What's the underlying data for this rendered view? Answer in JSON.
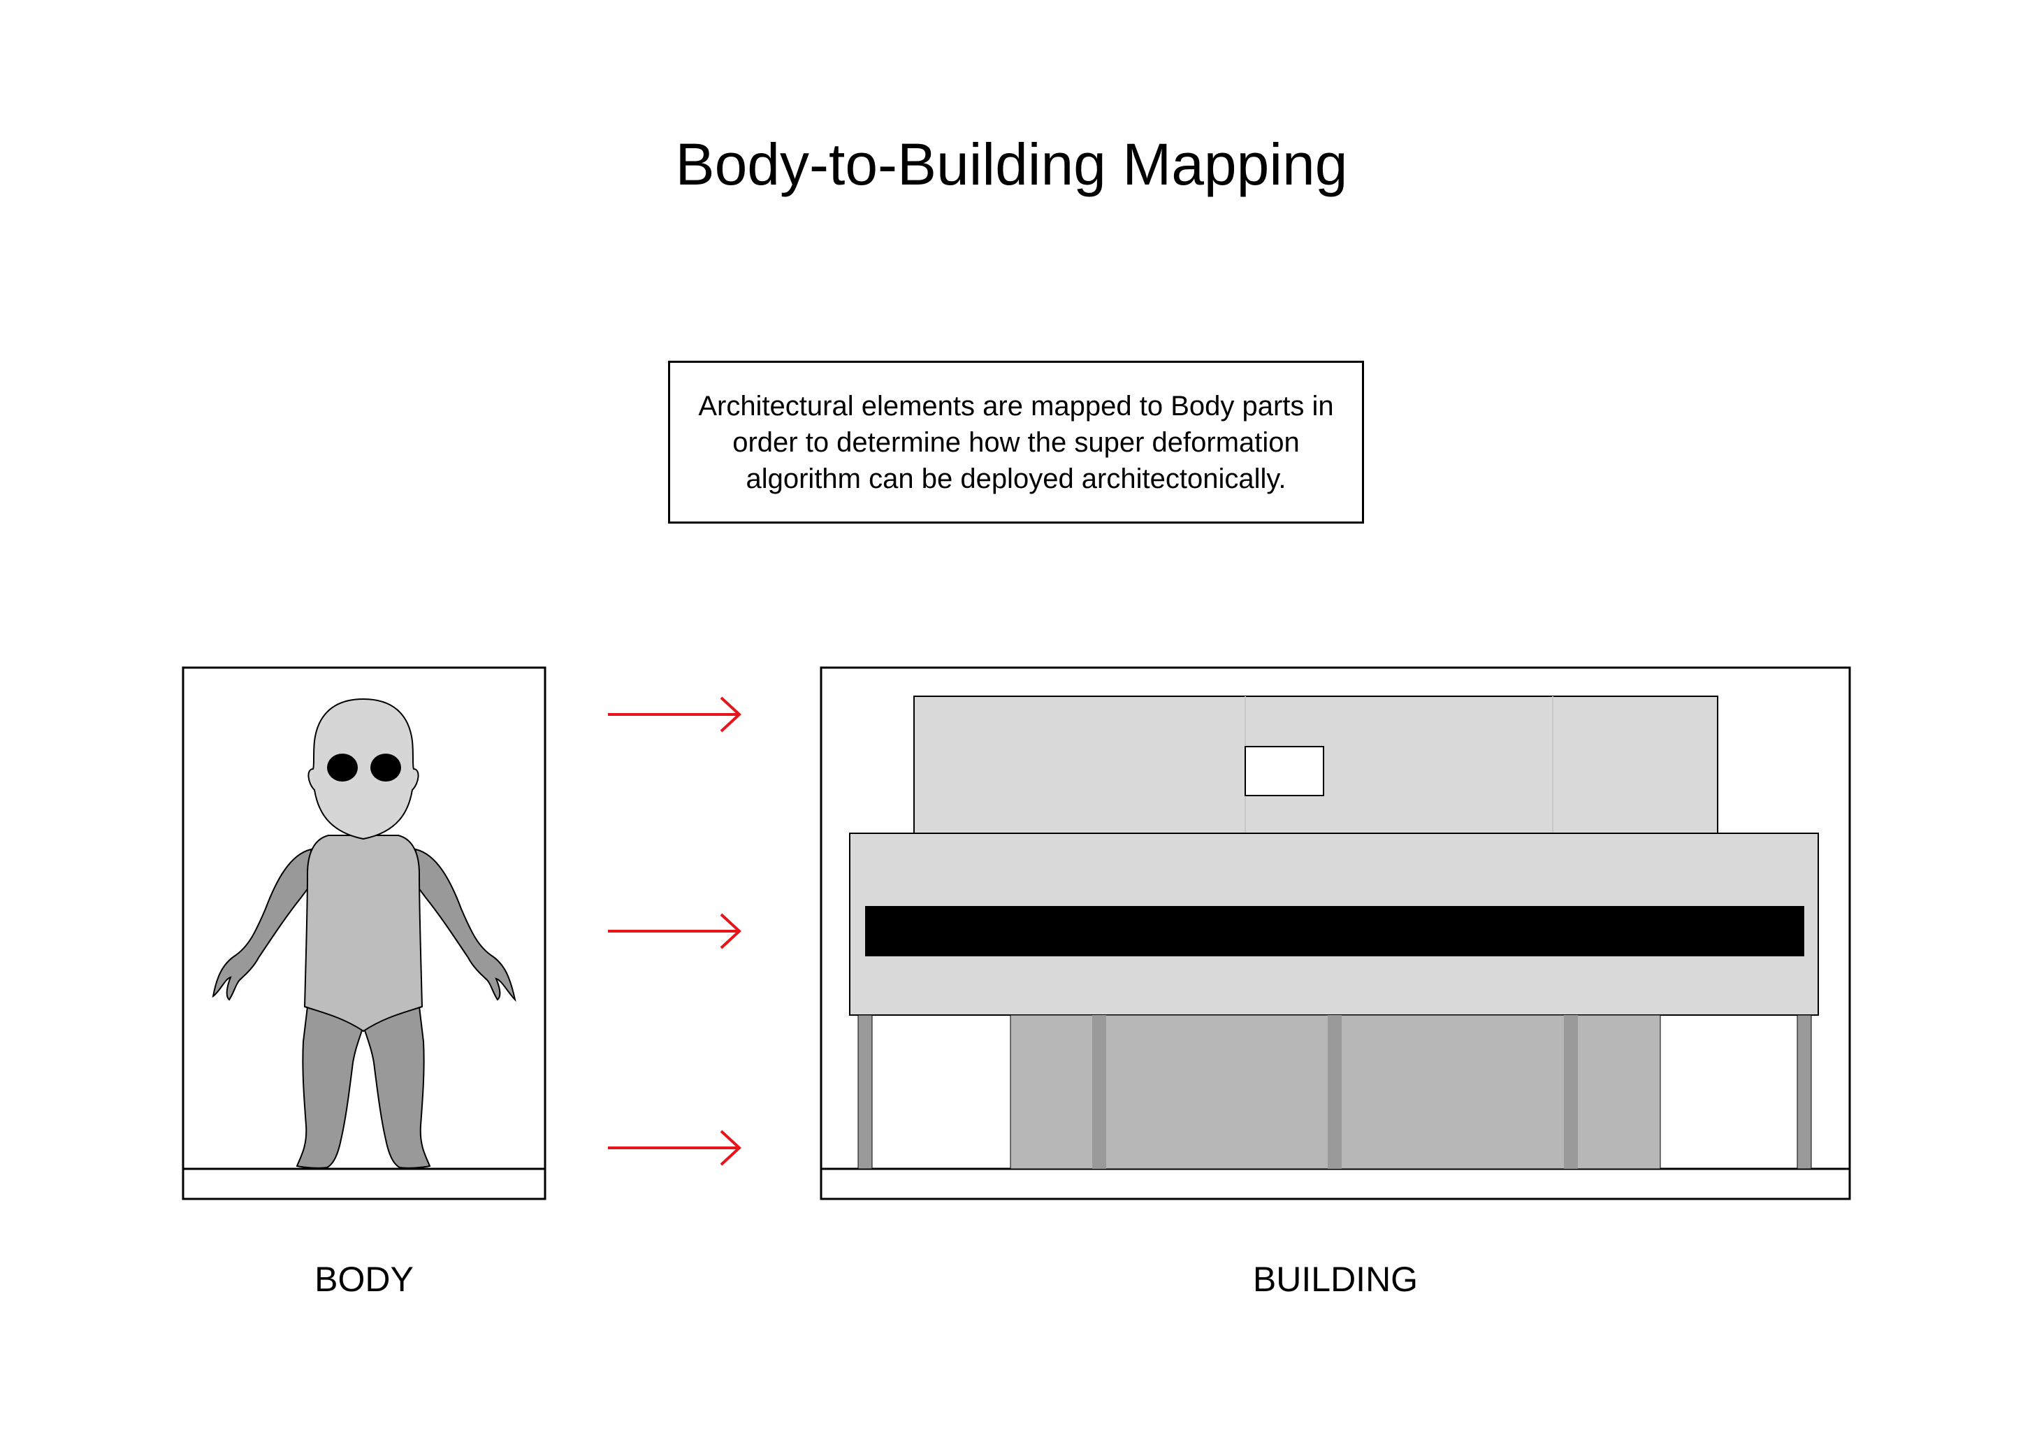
{
  "title": "Body-to-Building Mapping",
  "note": "Architectural elements are mapped to Body parts in order to determine how the super deformation algorithm can be deployed architectonically.",
  "captions": {
    "body": "BODY",
    "building": "BUILDING"
  },
  "colors": {
    "arrow": "#e8141b",
    "light_gray": "#d9d9d9",
    "mid_gray": "#b7b7b7",
    "dark_gray": "#9a9a9a",
    "black": "#000000"
  }
}
